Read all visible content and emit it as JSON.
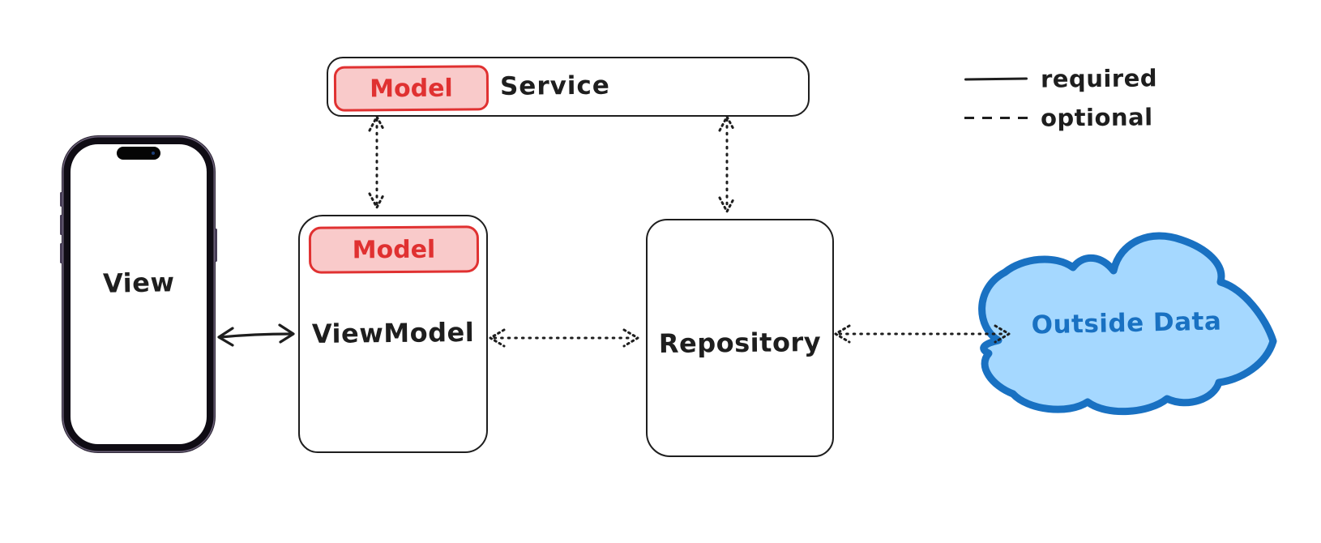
{
  "diagram_type": "architecture-diagram",
  "nodes": {
    "view": {
      "label": "View",
      "shape": "iphone-mockup"
    },
    "service": {
      "label": "Service",
      "badge": "Model",
      "shape": "rounded-rect"
    },
    "viewmodel": {
      "label": "ViewModel",
      "badge": "Model",
      "shape": "rounded-rect"
    },
    "repository": {
      "label": "Repository",
      "shape": "rounded-rect"
    },
    "outside_data": {
      "label": "Outside Data",
      "shape": "cloud"
    }
  },
  "edges": [
    {
      "from": "View",
      "to": "ViewModel",
      "style": "solid",
      "meaning": "required",
      "direction": "bidirectional"
    },
    {
      "from": "ViewModel",
      "to": "Service",
      "style": "dotted",
      "meaning": "optional",
      "direction": "bidirectional"
    },
    {
      "from": "Service",
      "to": "Repository",
      "style": "dotted",
      "meaning": "optional",
      "direction": "bidirectional"
    },
    {
      "from": "ViewModel",
      "to": "Repository",
      "style": "dotted",
      "meaning": "optional",
      "direction": "bidirectional"
    },
    {
      "from": "Repository",
      "to": "Outside Data",
      "style": "dotted",
      "meaning": "optional",
      "direction": "bidirectional"
    }
  ],
  "legend": {
    "items": [
      {
        "style": "solid",
        "label": "required"
      },
      {
        "style": "dashed",
        "label": "optional"
      }
    ]
  },
  "colors": {
    "stroke": "#1e1e1e",
    "badge_stroke": "#e03131",
    "badge_fill": "#f9caca",
    "cloud_stroke": "#1971c2",
    "cloud_fill": "#a5d8ff",
    "phone_frame": "#0f0c14",
    "background": "#ffffff"
  }
}
